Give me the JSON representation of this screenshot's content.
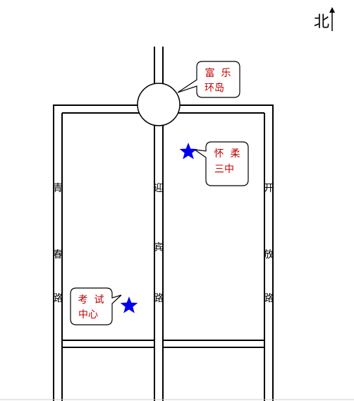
{
  "north": {
    "label": "北"
  },
  "roads": {
    "qingchun": {
      "chars": [
        "青",
        "春",
        "路"
      ]
    },
    "yingbin": {
      "chars": [
        "迎",
        "宾",
        "路"
      ]
    },
    "kaifang": {
      "chars": [
        "开",
        "放",
        "路"
      ]
    }
  },
  "landmarks": {
    "roundabout": {
      "line1": "富  乐",
      "line2": "环岛"
    },
    "school": {
      "line1": "怀  柔",
      "line2": "三中"
    },
    "exam_center": {
      "line1": "考  试",
      "line2": "中心"
    }
  },
  "colors": {
    "road_line": "#000000",
    "callout_text": "#c00000",
    "star": "#0000ee"
  }
}
